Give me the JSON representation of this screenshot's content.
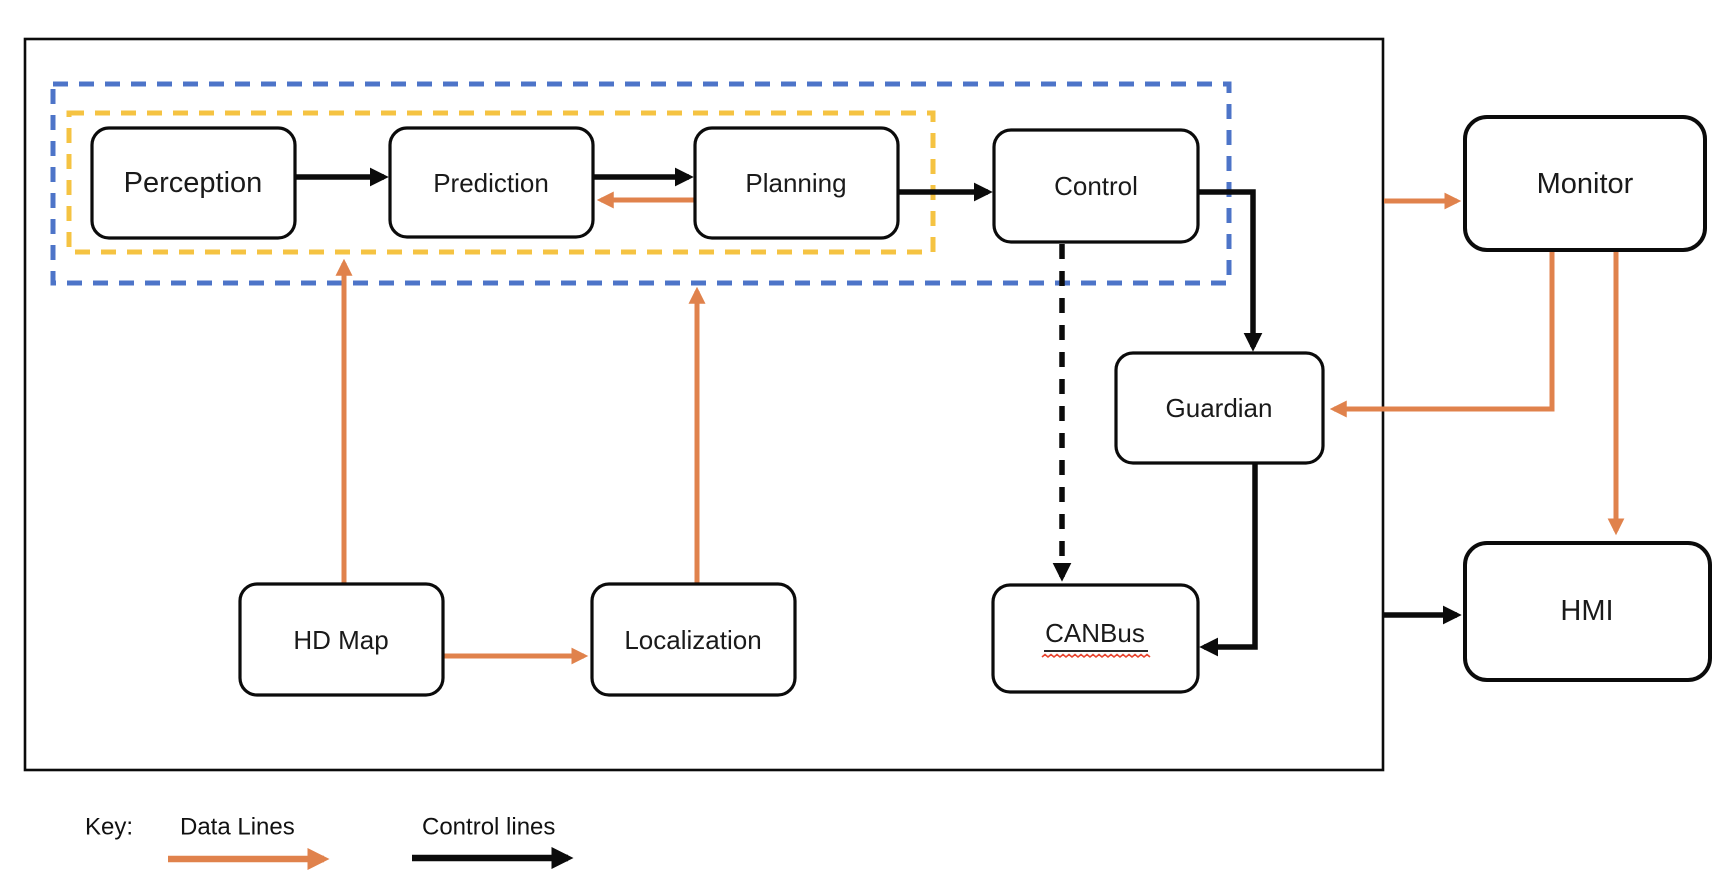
{
  "diagram": {
    "nodes": {
      "perception": {
        "label": "Perception"
      },
      "prediction": {
        "label": "Prediction"
      },
      "planning": {
        "label": "Planning"
      },
      "control": {
        "label": "Control"
      },
      "monitor": {
        "label": "Monitor"
      },
      "guardian": {
        "label": "Guardian"
      },
      "hd_map": {
        "label": "HD Map"
      },
      "localization": {
        "label": "Localization"
      },
      "canbus": {
        "label": "CANBus"
      },
      "hmi": {
        "label": "HMI"
      }
    },
    "legend": {
      "key_label": "Key:",
      "data_lines_label": "Data Lines",
      "control_lines_label": "Control lines"
    },
    "colors": {
      "data_line": "#E0824C",
      "control_line": "#0B0B0B",
      "perception_group_border": "#4D74C8",
      "planning_group_border": "#F5C342",
      "node_border": "#000000",
      "node_fill": "#FFFFFF",
      "spellcheck": "#E8442E",
      "background": "#FFFFFF"
    }
  }
}
